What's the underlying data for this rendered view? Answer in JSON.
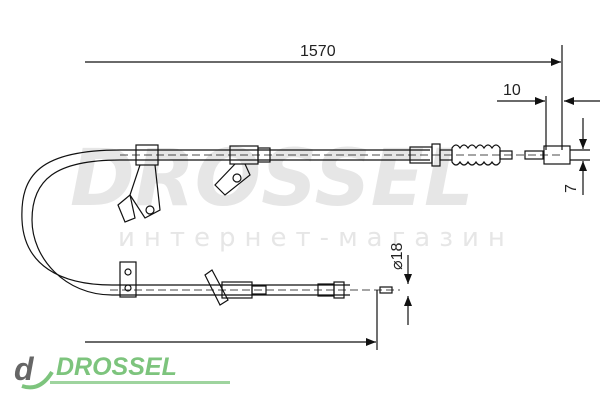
{
  "drawing": {
    "overall_length": "1570",
    "end_fitting_length": "10",
    "end_fitting_diameter": "7",
    "sleeve_diameter": "⌀18"
  },
  "watermark": {
    "brand": "DROSSEL",
    "subtitle": "интернет-магазин"
  },
  "logo": {
    "mark": "d",
    "text": "DROSSEL",
    "colors": {
      "mark": "#666666",
      "text": "#7dc47d"
    }
  }
}
